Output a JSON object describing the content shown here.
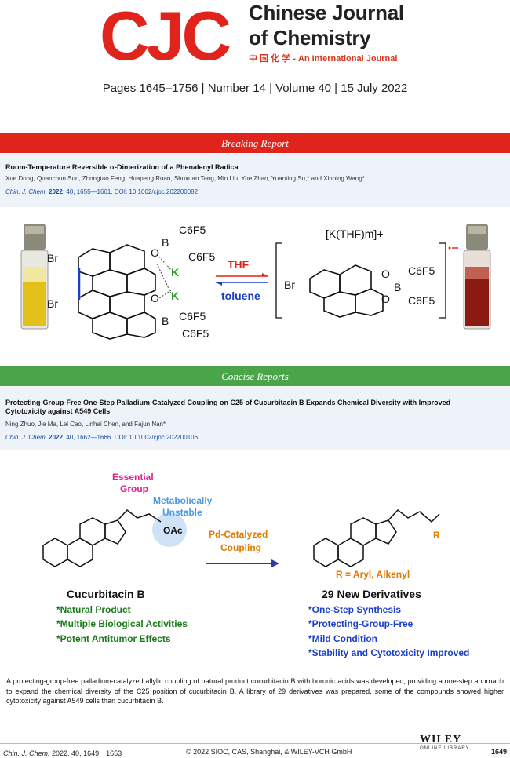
{
  "journal": {
    "logo_text": "CJC",
    "title_line1": "Chinese Journal",
    "title_line2": "of Chemistry",
    "subtitle": "中 国 化 学 -  An International Journal",
    "issue_line": "Pages 1645–1756 | Number 14 | Volume 40 | 15 July 2022"
  },
  "section1": {
    "label": "Breaking Report",
    "title": "Room-Temperature Reversible σ-Dimerization of a Phenalenyl Radica",
    "authors": "Xue Dong, Quanchun Sun, Zhongtao Feng, Huapeng Ruan, Shuxuan Tang, Min Liu, Yue Zhao, Yuanting Su,* and Xinping Wang*",
    "cite_journal": "Chin. J. Chem.",
    "cite_year": "2022",
    "cite_rest": ", 40, 1655—1661. DOI: 10.1002/cjoc.202200082",
    "graphic": {
      "thf": "THF",
      "toluene": "toluene",
      "cation": "[K(THF)m]+",
      "c6f5": "C6F5",
      "br": "Br",
      "k": "K",
      "o": "O",
      "b": "B"
    }
  },
  "section2": {
    "label": "Concise Reports",
    "title": "Protecting-Group-Free One-Step Palladium-Catalyzed Coupling on C25 of Cucurbitacin B Expands Chemical Diversity with Improved Cytotoxicity against A549 Cells",
    "authors": "Ning Zhuo, Jie Ma, Lei Cao, Linhai Chen, and Fajun Nan*",
    "cite_journal": "Chin. J. Chem.",
    "cite_year": "2022",
    "cite_rest": ", 40, 1662—1666. DOI: 10.1002/cjoc.202200106",
    "graphic": {
      "essential": "Essential",
      "group": "Group",
      "metabolically": "Metabolically",
      "unstable": "Unstable",
      "oac": "OAc",
      "pd1": "Pd-Catalyzed",
      "pd2": "Coupling",
      "r_def": "R = Aryl, Alkenyl",
      "left_name": "Cucurbitacin B",
      "right_name": "29 New Derivatives",
      "left_points": [
        "*Natural Product",
        "*Multiple Biological Activities",
        "*Potent Antitumor Effects"
      ],
      "right_points": [
        "*One-Step Synthesis",
        "*Protecting-Group-Free",
        "*Mild Condition",
        "*Stability and Cytotoxicity Improved"
      ]
    }
  },
  "abstract": "A protecting-group-free palladium-catalyzed allylic coupling of natural product cucurbitacin B with boronic acids was developed, providing a one-step approach to expand the chemical diversity of the C25 position of cucurbitacin B. A library of 29 derivatives was prepared, some of the compounds showed higher cytotoxicity against A549 cells than cucurbitacin B.",
  "footer": {
    "cite_journal": "Chin. J. Chem.",
    "cite_rest": " 2022, 40, 1649－1653",
    "copyright": "© 2022 SIOC, CAS, Shanghai, & WILEY-VCH GmbH",
    "wiley": "WILEY",
    "online": "ONLINE LIBRARY",
    "page": "1649"
  },
  "colors": {
    "red": "#e0231b",
    "green": "#4aa54a",
    "blue": "#1b4c9c"
  }
}
